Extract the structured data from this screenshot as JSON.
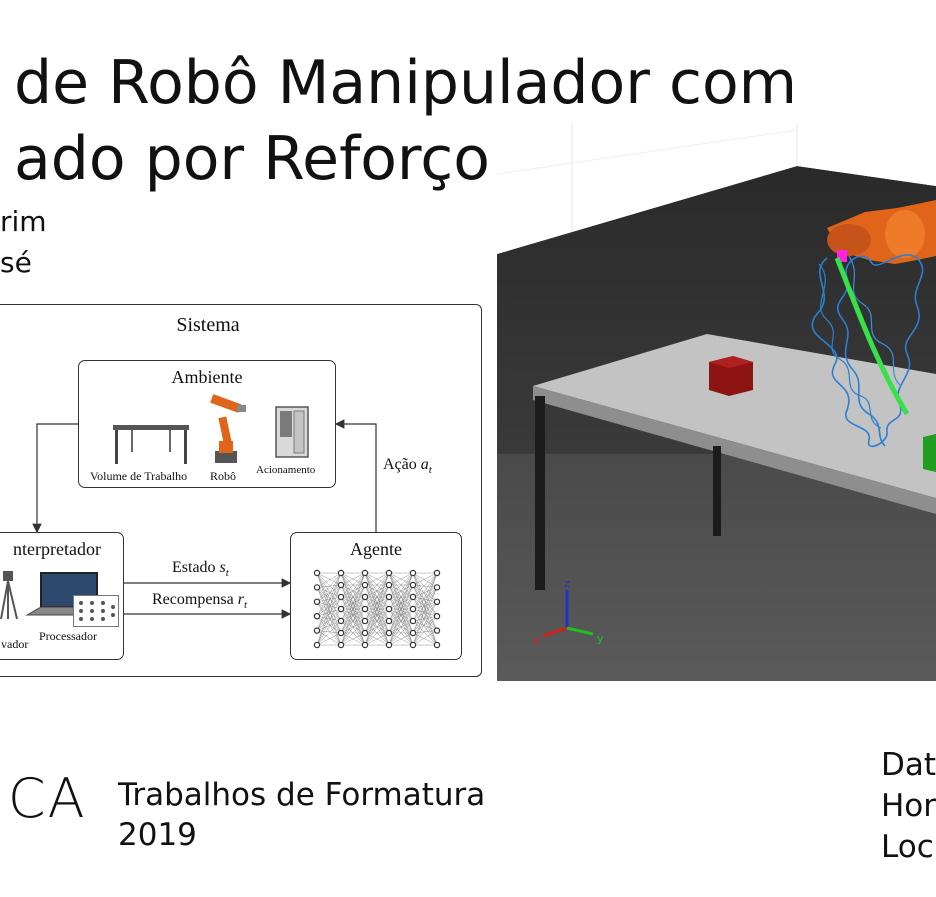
{
  "title": {
    "line1": "de Robô Manipulador com",
    "line2": "ado por Reforço"
  },
  "authors": [
    "rim",
    "sé"
  ],
  "diagram": {
    "system_label": "Sistema",
    "environment": {
      "label": "Ambiente",
      "items": [
        "Volume de Trabalho",
        "Robô",
        "Acionamento"
      ]
    },
    "interpreter": {
      "label": "nterpretador",
      "items": [
        "vador",
        "Processador"
      ]
    },
    "agent": {
      "label": "Agente"
    },
    "action_label": "Ação",
    "action_sub": "a",
    "action_idx": "t",
    "state_label": "Estado",
    "state_sub": "s",
    "state_idx": "t",
    "reward_label": "Recompensa",
    "reward_sub": "r",
    "reward_idx": "t"
  },
  "scene": {
    "axes": {
      "z": "z",
      "x": "x",
      "y": "y"
    },
    "colors": {
      "robot": "#e0641a",
      "path": "#2b7fd4",
      "trajectory": "#38e04a",
      "red_cube": "#8e1414",
      "green_cube": "#1f9e1f"
    }
  },
  "footer": {
    "logo": "ICA",
    "event_line1": "Trabalhos de Formatura",
    "event_line2": "2019",
    "info": [
      "Dat",
      "Hor",
      "Loc"
    ]
  }
}
